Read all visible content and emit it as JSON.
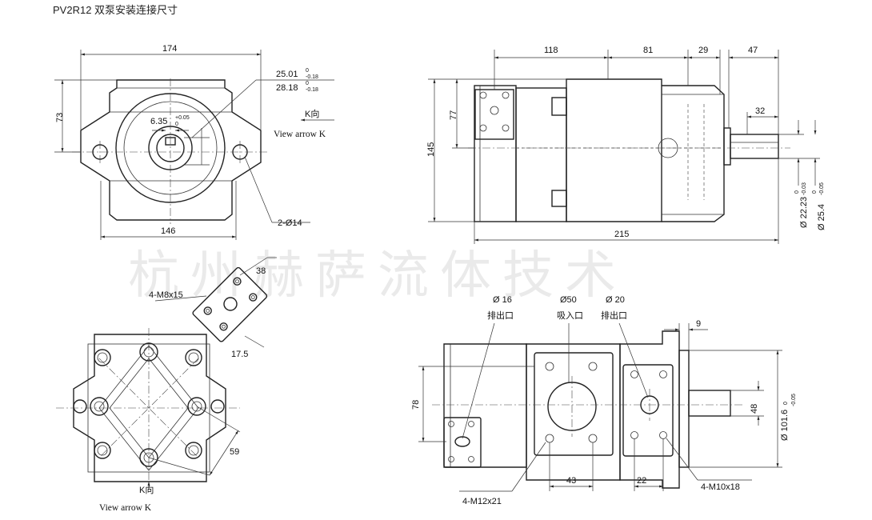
{
  "title": "PV2R12 双泵安装连接尺寸",
  "watermark": "杭州赫萨流体技术",
  "front_view": {
    "width": "174",
    "height_half": "73",
    "foot_width": "146",
    "dim_a": "25.01",
    "dim_a_tol_up": "0",
    "dim_a_tol_dn": "-0.18",
    "dim_b": "28.18",
    "dim_b_tol_up": "0",
    "dim_b_tol_dn": "-0.18",
    "key": "6.35",
    "key_tol_up": "+0.05",
    "key_tol_dn": "0",
    "holes": "2-Ø14",
    "k_dir": "K向",
    "k_arrow_en": "View arrow K"
  },
  "side_view": {
    "d118": "118",
    "d81": "81",
    "d29": "29",
    "d47": "47",
    "d32": "32",
    "d77": "77",
    "d145": "145",
    "d215": "215",
    "shaft1": "Ø 22.23",
    "shaft1_tol_up": "0",
    "shaft1_tol_dn": "-0.03",
    "shaft2": "Ø 25.4",
    "shaft2_tol_up": "0",
    "shaft2_tol_dn": "-0.05"
  },
  "flange_detail": {
    "bolts": "4-M8x15",
    "d38": "38",
    "d17_5": "17.5"
  },
  "bottom_left_view": {
    "d59": "59",
    "k_dir": "K向",
    "k_arrow_en": "View arrow K"
  },
  "bottom_right_view": {
    "port1_dia": "Ø 16",
    "port1_name": "排出口",
    "port2_dia": "Ø50",
    "port2_name": "吸入口",
    "port3_dia": "Ø 20",
    "port3_name": "排出口",
    "d9": "9",
    "d78": "78",
    "d48": "48",
    "pilot": "Ø 101.6",
    "pilot_tol_up": "0",
    "pilot_tol_dn": "-0.05",
    "bolts1": "4-M12x21",
    "bolts2": "4-M10x18",
    "d43": "43",
    "d22": "22"
  }
}
